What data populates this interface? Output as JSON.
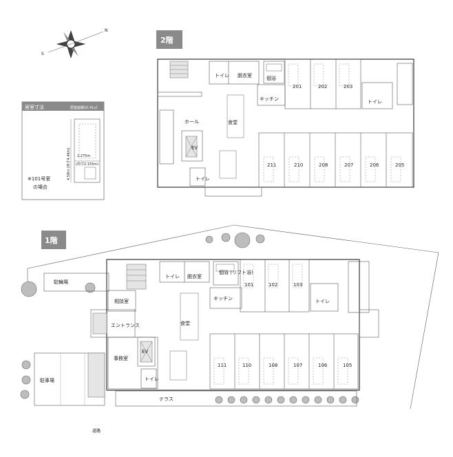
{
  "compass": {
    "north_label": "N",
    "south_label": "S"
  },
  "floor2": {
    "badge": "2階",
    "rooms": {
      "toilet_a": "トイレ",
      "dressing": "脱衣室",
      "bath": "個浴",
      "kitchen": "キッチン",
      "hall": "ホール",
      "dining": "食堂",
      "ev": "EV",
      "toilet_b": "トイレ",
      "toilet_c": "トイレ"
    },
    "room_numbers_top": [
      "201",
      "202",
      "203"
    ],
    "room_numbers_bottom": [
      "211",
      "210",
      "208",
      "207",
      "206",
      "205"
    ]
  },
  "floor1": {
    "badge": "1階",
    "rooms": {
      "bicycle": "駐輪場",
      "toilet_a": "トイレ",
      "dressing": "脱衣室",
      "bath": "個浴\n(リフト浴)",
      "consult": "相談室",
      "kitchen": "キッチン",
      "entrance": "エントランス",
      "dining": "食堂",
      "ev": "EV",
      "office": "事務室",
      "toilet_b": "トイレ",
      "toilet_c": "トイレ",
      "parking": "駐車場",
      "terrace": "テラス"
    },
    "room_numbers_top": [
      "101",
      "102",
      "103"
    ],
    "room_numbers_bottom": [
      "111",
      "110",
      "108",
      "107",
      "106",
      "105"
    ],
    "road": "道路"
  },
  "legend": {
    "title": "居室寸法",
    "area": "居室面積10.41㎡",
    "width": "2.275m",
    "width_inner": "(内寸2.155m)",
    "depth": "4.58m (内寸4.46m)",
    "note_line1": "※101号室",
    "note_line2": "の場合"
  }
}
